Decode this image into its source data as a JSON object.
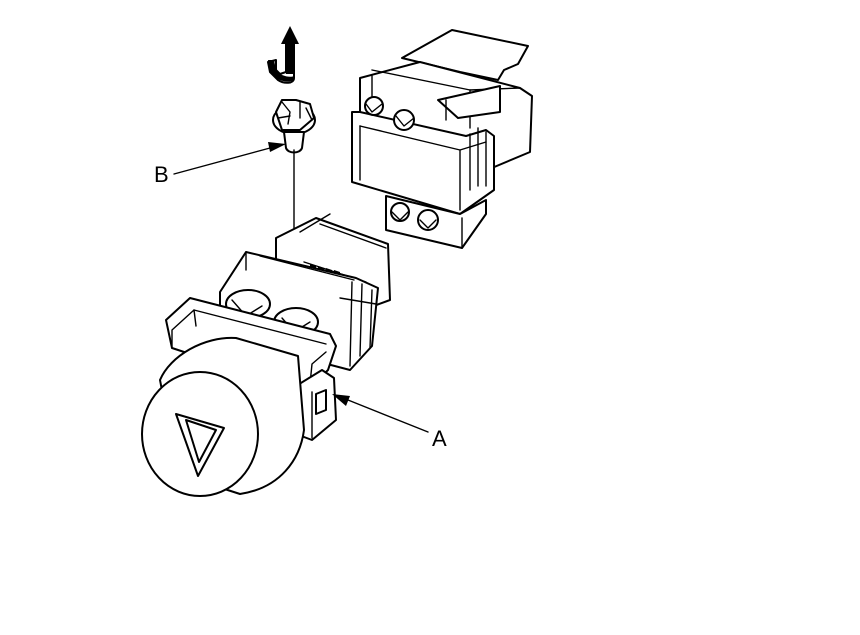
{
  "callouts": {
    "a": "A",
    "b": "B"
  },
  "parts": {
    "hazard_switch": "hazard-switch",
    "connector": "connector",
    "bulb": "bulb",
    "removal_arrow": "rotate-arrow"
  },
  "colors": {
    "line": "#000000",
    "background": "#ffffff"
  }
}
